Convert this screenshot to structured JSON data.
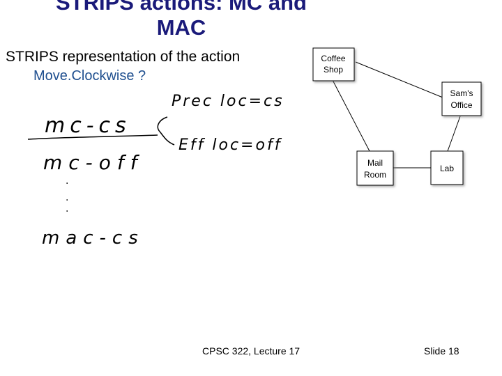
{
  "slide": {
    "title_line1": "STRIPS actions: MC and",
    "title_line2": "MAC",
    "subtitle": "STRIPS representation of the action",
    "action": "Move.Clockwise ?",
    "footer_lecture": "CPSC 322, Lecture 17",
    "footer_slide": "Slide 18"
  },
  "diagram": {
    "nodes": [
      {
        "id": "coffee",
        "line1": "Coffee",
        "line2": "Shop"
      },
      {
        "id": "sams",
        "line1": "Sam's",
        "line2": "Office"
      },
      {
        "id": "mail",
        "line1": "Mail",
        "line2": "Room"
      },
      {
        "id": "lab",
        "line1": "Lab",
        "line2": ""
      }
    ]
  },
  "handwriting": {
    "line1": "mc-cs",
    "line2": "mc-off",
    "line3": "mac-cs",
    "prec": "Prec loc=cs",
    "eff": "Eff loc=off"
  },
  "colors": {
    "title": "#1a1a7a",
    "action": "#1f4f8f",
    "ink": "#000000"
  }
}
